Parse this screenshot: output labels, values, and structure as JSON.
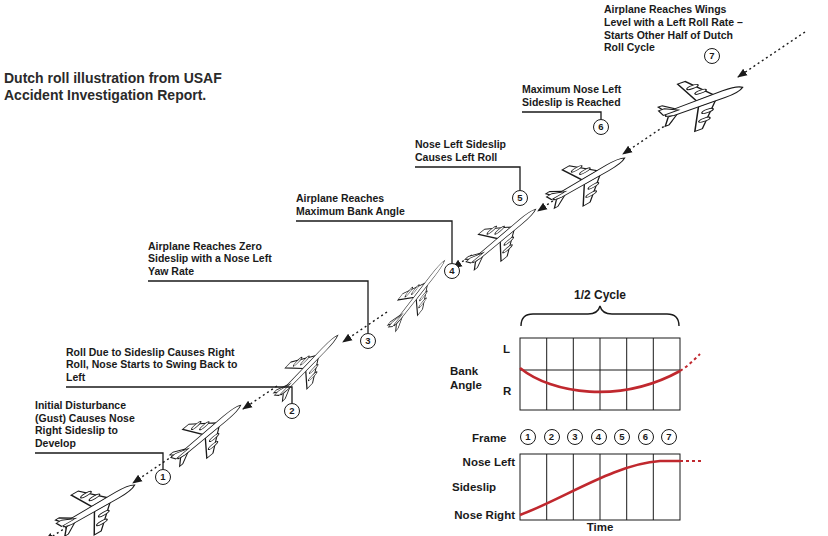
{
  "diagram": {
    "caption": "Dutch roll illustration from USAF Accident Investigation Report.",
    "nodes": [
      {
        "text": [
          "1"
        ]
      },
      {
        "text": [
          "2"
        ]
      },
      {
        "text": [
          "3"
        ]
      },
      {
        "text": [
          "4"
        ]
      },
      {
        "text": [
          "5"
        ]
      },
      {
        "text": [
          "6"
        ]
      },
      {
        "text": [
          "7"
        ]
      },
      {
        "text": [
          "1"
        ]
      },
      {
        "text": [
          "2"
        ]
      },
      {
        "text": [
          "3"
        ]
      },
      {
        "text": [
          "4"
        ]
      },
      {
        "text": [
          "5"
        ]
      },
      {
        "text": [
          "6"
        ]
      },
      {
        "text": [
          "7"
        ]
      }
    ],
    "labels": [
      "Initial Disturbance (Gust) Causes Nose Right Sideslip to Develop",
      "Roll Due to Sideslip Causes Right Roll, Nose Starts to Swing Back to Left",
      "Airplane Reaches Zero Sideslip with a Nose Left Yaw Rate",
      "Airplane Reaches Maximum Bank Angle",
      "Nose Left Sideslip Causes Left Roll",
      "Maximum Nose Left Sideslip is Reached",
      "Airplane Reaches Wings Level with a Left Roll Rate – Starts Other Half of Dutch Roll Cycle",
      "1/2 Cycle",
      "Bank Angle",
      "L",
      "R",
      "Frame",
      "Nose Left",
      "Sideslip",
      "Nose Right",
      "Time"
    ]
  }
}
